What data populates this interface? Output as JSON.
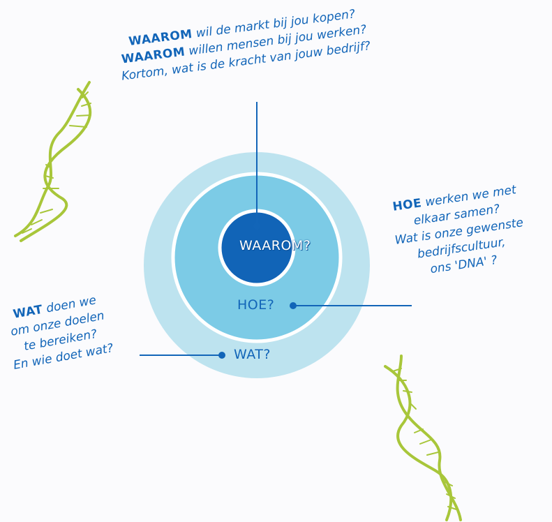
{
  "diagram": {
    "center": "WAAROM?",
    "middle": "HOE?",
    "outer": "WAT?"
  },
  "top_note": {
    "line1_bold": "WAAROM",
    "line1_rest": " wil de markt bij jou kopen?",
    "line2_bold": "WAAROM",
    "line2_rest": " willen mensen bij jou werken?",
    "line3": "Kortom, wat is de kracht van jouw bedrijf?"
  },
  "right_note": {
    "line1_bold": "HOE",
    "line1_rest": " werken we met",
    "line2": "elkaar samen?",
    "line3": "Wat is onze gewenste",
    "line4": "bedrijfscultuur,",
    "line5": "ons 'DNA' ?"
  },
  "left_note": {
    "line1_bold": "WAT",
    "line1_rest": " doen we",
    "line2": "om onze doelen",
    "line3": "te bereiken?",
    "line4": "En wie doet wat?"
  },
  "colors": {
    "outer_ring": "#bde3ef",
    "middle_ring": "#7ccbe6",
    "core": "#1164b7",
    "text": "#1265b8",
    "dna": "#a8c63a"
  }
}
